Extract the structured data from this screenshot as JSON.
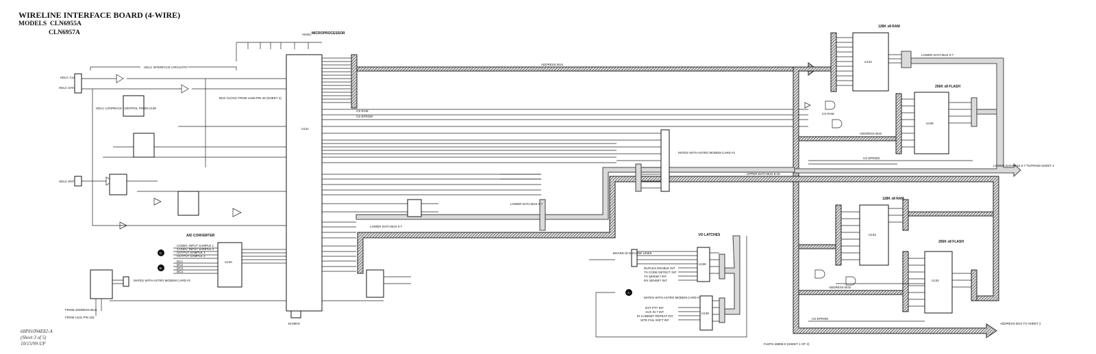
{
  "title": {
    "main": "WIRELINE INTERFACE BOARD (4-WIRE)",
    "models_label": "MODELS",
    "model_1": "CLN6955A",
    "model_2": "CLN6957A"
  },
  "footer": {
    "doc_number": "68P81094E82-A",
    "sheet": "(Sheet 3 of 5)",
    "date": "10/15/99-UP"
  },
  "labels": {
    "microprocessor": "MICROPROCESSOR",
    "u131": "U131",
    "hdlc_interface": "HDLC INTERFACE CIRCUITRY",
    "hdlc_clk": "HDLC CLK",
    "hdlc_data": "HDLC DATA",
    "hdlc_en": "HDLC EN?",
    "hdlc_loopback": "HDLC LOOPBACK CONTROL FROM U136",
    "bus_clock": "BUS CLOCK FROM U106-PIN 48 (SHEET 2)",
    "ad_converter": "A/D CONVERTER",
    "u120": "U120",
    "codec_inputs": [
      "CODEC INPUT SAMPLE 1",
      "CODEC INPUT SAMPLE 2",
      "OUTPUT SAMPLE 1",
      "OUTPUT SAMPLE 2"
    ],
    "dc_inputs": [
      "DC1",
      "DC2",
      "DC3",
      "DC4"
    ],
    "mates_with": "MATES WITH ASTRO MODEM CARD #1",
    "from_address_bus": "FROM ADDRESS BUS",
    "from_u131": "FROM U131 PIN 102",
    "address_bus": "ADDRESS BUS",
    "lower_data_bus": "LOWER DATA BUS 0-7",
    "upper_data_bus": "UPPER DATA BUS 8-15",
    "cs_ram": "CS RAM",
    "cs_eprom": "CS EPROM",
    "ram1_title": "128K x8 RAM",
    "ram1_ref": "U132",
    "flash1_title": "256K x8 FLASH",
    "flash1_ref": "U135",
    "ram2_title": "128K x8 RAM",
    "ram2_ref": "U133",
    "flash2_title": "256K x8 FLASH",
    "flash2_ref": "U134",
    "io_latches": "I/O LATCHES",
    "u136": "U136",
    "u138": "U138",
    "board_id": "BOARD ID DECODE LINES",
    "latch_inputs": [
      "DUPLEX ENABLE INT",
      "TX CODE DETECT INT",
      "TX SENSE? INT",
      "RX SENSE? INT"
    ],
    "latch2_inputs": [
      "EXT PTT INT",
      "AUX IN 7 INT",
      "IN CABINET REPEAT INT",
      "SITE FAIL SOFT INT"
    ],
    "lower_data_to_sheet2": "LOWER DATA BUS 0-7 TO/FROM SHEET 2",
    "address_to_sheet2": "ADDRESS BUS TO SHEET 2",
    "crystal": "16.6MHz",
    "plus5": "+5VDC",
    "marker_a": "A",
    "marker_b": "B",
    "marker_c": "C",
    "ref_note": "FLEPS-48896-0 (SHEET 1 OF 2)"
  }
}
